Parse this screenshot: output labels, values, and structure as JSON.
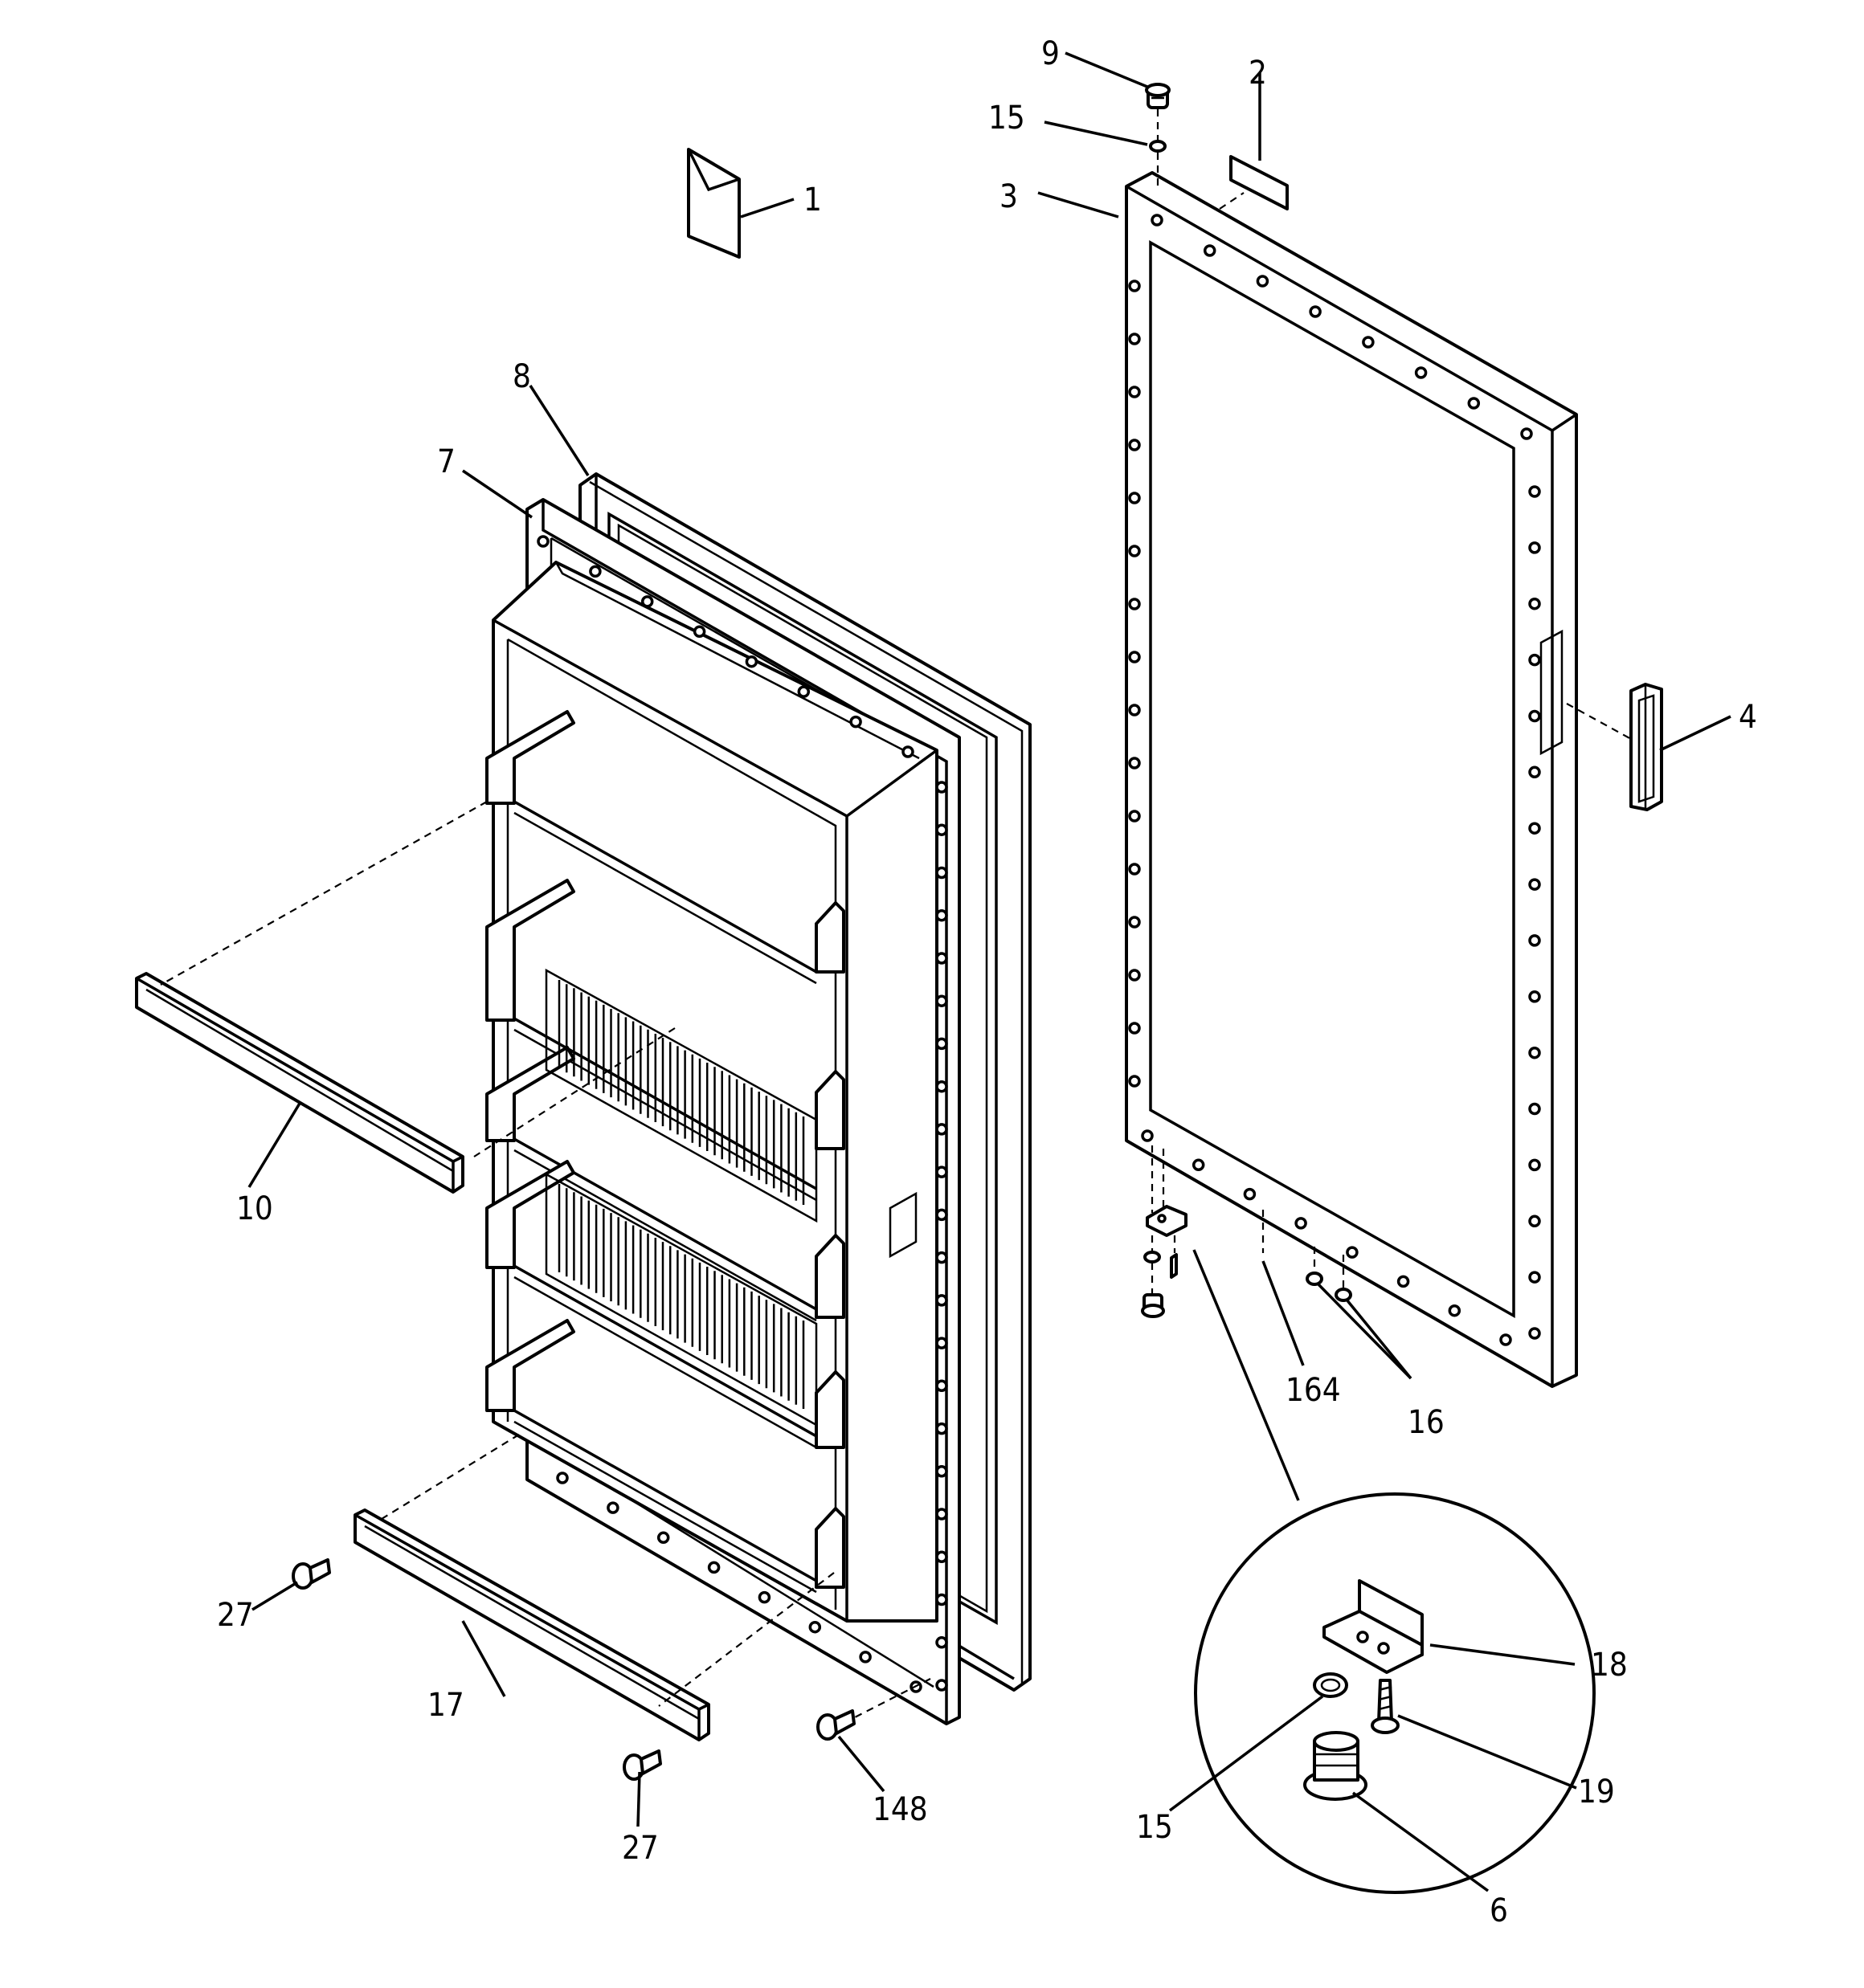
{
  "callouts": [
    {
      "id": "lbl-1",
      "text": "1"
    },
    {
      "id": "lbl-2",
      "text": "2"
    },
    {
      "id": "lbl-3",
      "text": "3"
    },
    {
      "id": "lbl-4",
      "text": "4"
    },
    {
      "id": "lbl-6",
      "text": "6"
    },
    {
      "id": "lbl-7",
      "text": "7"
    },
    {
      "id": "lbl-8",
      "text": "8"
    },
    {
      "id": "lbl-9",
      "text": "9"
    },
    {
      "id": "lbl-10",
      "text": "10"
    },
    {
      "id": "lbl-15a",
      "text": "15"
    },
    {
      "id": "lbl-15b",
      "text": "15"
    },
    {
      "id": "lbl-16",
      "text": "16"
    },
    {
      "id": "lbl-17",
      "text": "17"
    },
    {
      "id": "lbl-18",
      "text": "18"
    },
    {
      "id": "lbl-19",
      "text": "19"
    },
    {
      "id": "lbl-27a",
      "text": "27"
    },
    {
      "id": "lbl-27b",
      "text": "27"
    },
    {
      "id": "lbl-148",
      "text": "148"
    },
    {
      "id": "lbl-164",
      "text": "164"
    }
  ]
}
